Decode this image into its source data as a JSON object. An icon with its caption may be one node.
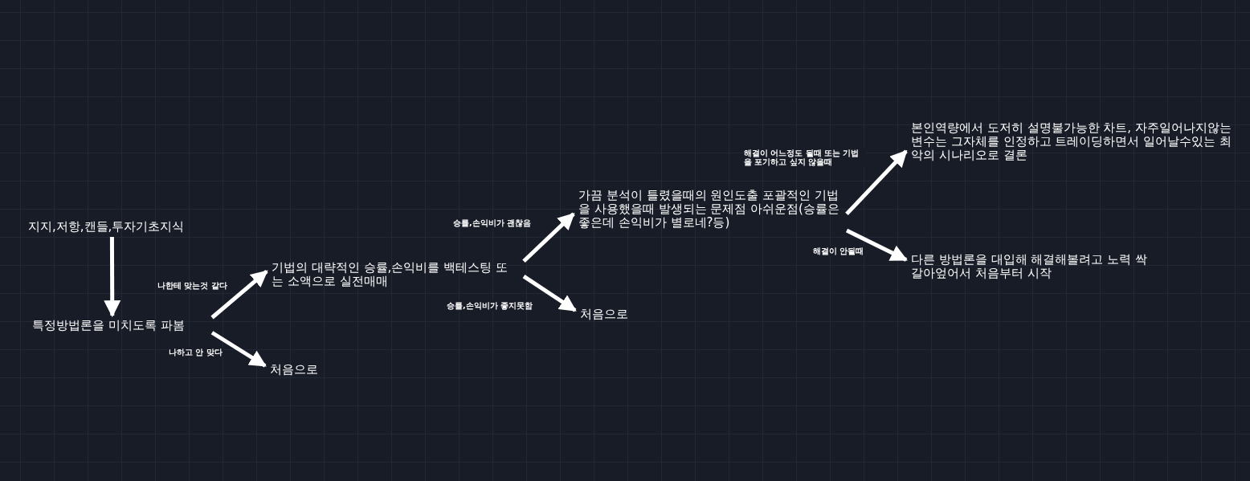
{
  "diagram": {
    "nodes": [
      {
        "text": [
          "지지,저항,캔들,투자기초지식"
        ]
      },
      {
        "text": [
          "특정방법론을 미치도록 파봄"
        ]
      },
      {
        "text": [
          "기법의 대략적인 승률,손익비를 백테스팅 또는 소액으로 실전매매"
        ]
      },
      {
        "text": [
          "처음으로"
        ]
      },
      {
        "text": [
          "가끔 분석이 틀렸을때의 원인도출 포괄적인 기법을 사용했을때 발생되는 문제점 아쉬운점(승률은 좋은데 손익비가 별로네?등)"
        ]
      },
      {
        "text": [
          "처음으로"
        ]
      },
      {
        "text": [
          "본인역량에서 도저히 설명불가능한 차트, 자주일어나지않는 변수는 그자체를 인정하고 트레이딩하면서 일어날수있는 최악의 시나리오로 결론"
        ]
      },
      {
        "text": [
          "다른 방법론을 대입해 해결해볼려고 노력 싹 갈아엎어서 처음부터 시작"
        ]
      }
    ],
    "edges": [
      {
        "from": 0,
        "to": 1,
        "arrow": "to"
      },
      {
        "from": 1,
        "to": 2,
        "arrow": "to",
        "label": "나한테 맞는것 같다"
      },
      {
        "from": 1,
        "to": 3,
        "arrow": "to",
        "label": "나하고 안 맞다"
      },
      {
        "from": 2,
        "to": 4,
        "arrow": "to",
        "label": "승률,손익비가 괜찮음"
      },
      {
        "from": 2,
        "to": 5,
        "arrow": "to",
        "label": "승률,손익비가 좋지못함"
      },
      {
        "from": 4,
        "to": 6,
        "arrow": "to",
        "label": "해결이 어느정도 될때 또는 기법을 포기하고 싶지 않을때"
      },
      {
        "from": 4,
        "to": 7,
        "arrow": "to",
        "label": "해결이 안될때"
      }
    ]
  }
}
